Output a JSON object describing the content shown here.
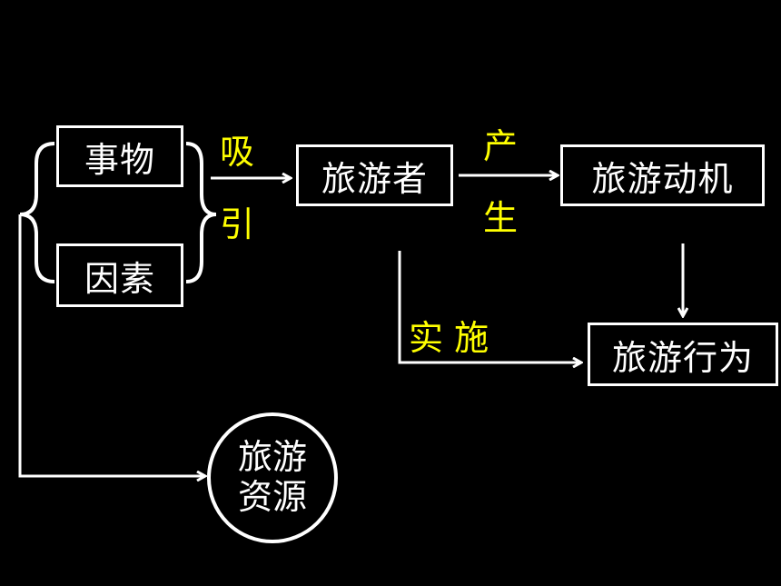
{
  "colors": {
    "background": "#000000",
    "box_border": "#ffffff",
    "box_text": "#ffffff",
    "label_text": "#ffff00",
    "line": "#ffffff"
  },
  "nodes": {
    "thing": "事物",
    "factor": "因素",
    "tourist": "旅游者",
    "motivation": "旅游动机",
    "behavior": "旅游行为",
    "resource": {
      "line1": "旅游",
      "line2": "资源"
    }
  },
  "edge_labels": {
    "attract_1": "吸",
    "attract_2": "引",
    "produce_1": "产",
    "produce_2": "生",
    "implement": "实 施"
  }
}
